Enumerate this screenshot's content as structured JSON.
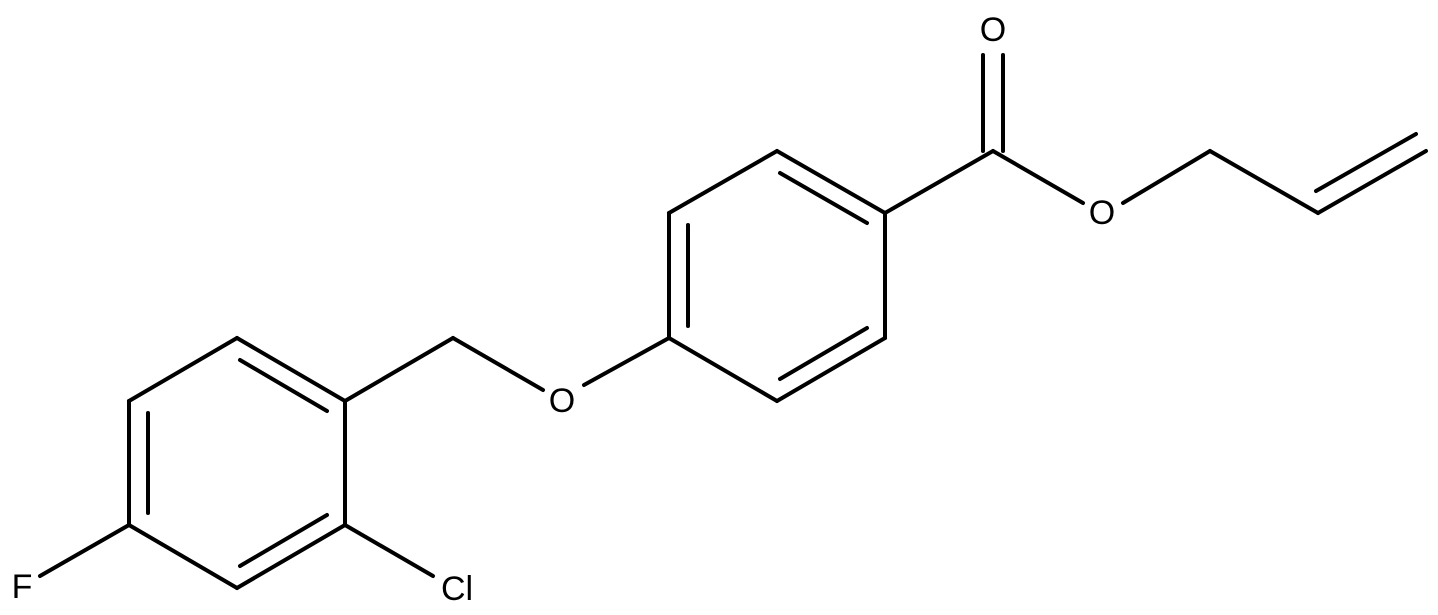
{
  "molecule": {
    "atom_labels": {
      "carbonyl_oxygen": "O",
      "ester_oxygen": "O",
      "ether_oxygen": "O",
      "chlorine": "Cl",
      "fluorine": "F"
    },
    "ink_color": "#000000",
    "background_color": "#ffffff"
  }
}
